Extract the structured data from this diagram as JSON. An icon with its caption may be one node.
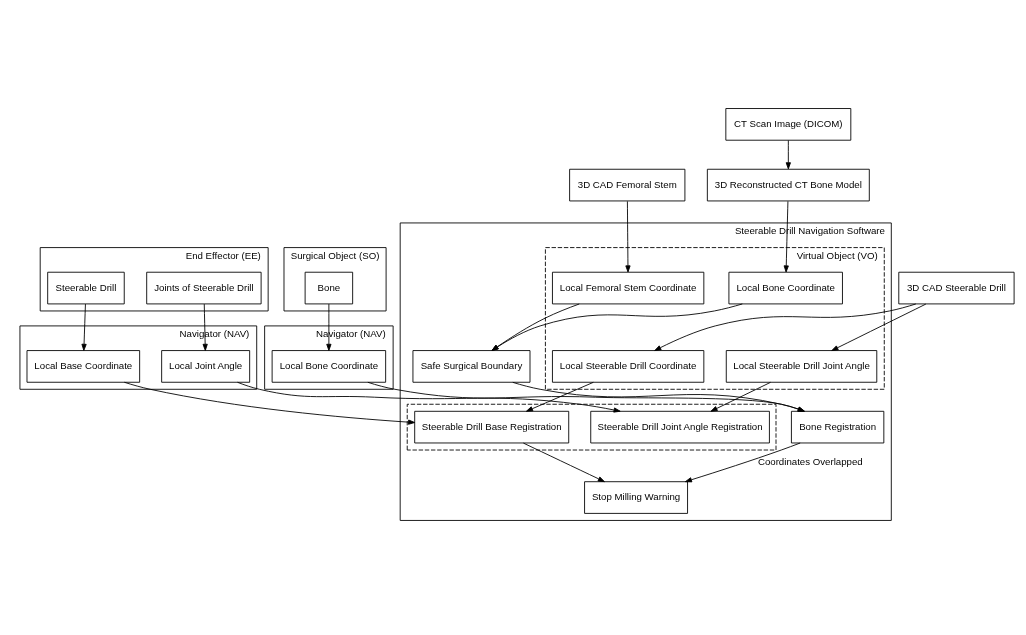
{
  "diagram": {
    "nodes": [
      {
        "text": [
          "3D CAD Femoral Stem"
        ]
      },
      {
        "text": [
          "3D CAD Steerable Drill"
        ]
      },
      {
        "text": [
          "Steerable Drill Navigation Software"
        ]
      },
      {
        "text": [
          "Virtual Object (VO)"
        ],
        "in": 2
      },
      {
        "text": [
          "CT Scan Image (DICOM)"
        ]
      },
      {
        "text": [
          "3D Reconstructed CT Bone Model"
        ]
      },
      {
        "text": [
          "Local Bone Coordinate"
        ],
        "in": 3
      },
      {
        "text": [
          "Local Femoral Stem Coordinate"
        ],
        "in": 3
      },
      {
        "text": [
          "Local Steerable Drill Coordinate"
        ],
        "in": 3
      },
      {
        "text": [
          "Local Steerable Drill Joint Angle"
        ],
        "in": 3
      },
      {
        "text": [
          "Safe Surgical Boundary"
        ],
        "in": 2
      },
      {
        "text": [],
        "shape": "box",
        "in": 2
      },
      {
        "text": [
          "Steerable Drill Joint Angle Registration"
        ],
        "in": 11
      },
      {
        "text": [
          "Steerable Drill Base Registration"
        ],
        "in": 11
      },
      {
        "text": [
          "Navigator (NAV)"
        ]
      },
      {
        "text": [
          "Local Joint Angle"
        ],
        "in": 14
      },
      {
        "text": [
          "Local Base Coordinate"
        ],
        "in": 14
      },
      {
        "text": [
          "End Effector (EE)"
        ]
      },
      {
        "text": [
          "Joints of Steerable Drill"
        ],
        "in": 17
      },
      {
        "text": [
          "Steerable Drill"
        ],
        "in": 17
      },
      {
        "text": [
          "Surgical Object (SO)"
        ]
      },
      {
        "text": [
          "Bone"
        ],
        "in": 20
      },
      {
        "text": [
          "Navigator (NAV)"
        ]
      },
      {
        "text": [
          "Local Bone Coordinate"
        ],
        "in": 22
      },
      {
        "text": [
          "Bone Registration"
        ],
        "in": 2
      },
      {
        "text": [
          "Stop Milling Warning"
        ],
        "in": 2
      }
    ],
    "edges": [
      {
        "from": 0,
        "to": 7,
        "arrow": "to"
      },
      {
        "from": 1,
        "to": 8,
        "arrow": "to"
      },
      {
        "from": 1,
        "to": 9,
        "arrow": "to"
      },
      {
        "from": 4,
        "to": 5,
        "arrow": "to"
      },
      {
        "from": 5,
        "to": 6,
        "arrow": "to"
      },
      {
        "from": 6,
        "to": 10,
        "arrow": "to"
      },
      {
        "from": 7,
        "to": 10,
        "arrow": "to"
      },
      {
        "from": 9,
        "to": 12,
        "arrow": "to"
      },
      {
        "from": 8,
        "to": 13,
        "arrow": "to"
      },
      {
        "from": 18,
        "to": 15,
        "arrow": "to"
      },
      {
        "from": 15,
        "to": 12,
        "arrow": "to"
      },
      {
        "from": 19,
        "to": 16,
        "arrow": "to"
      },
      {
        "from": 16,
        "to": 13,
        "arrow": "to"
      },
      {
        "from": 21,
        "to": 23,
        "arrow": "to"
      },
      {
        "from": 23,
        "to": 24,
        "arrow": "to"
      },
      {
        "from": 10,
        "to": 24,
        "arrow": "to"
      },
      {
        "from": 24,
        "to": 25,
        "arrow": "to",
        "label": "Coordinates Overlapped"
      },
      {
        "from": 13,
        "to": 25,
        "arrow": "to"
      }
    ]
  }
}
